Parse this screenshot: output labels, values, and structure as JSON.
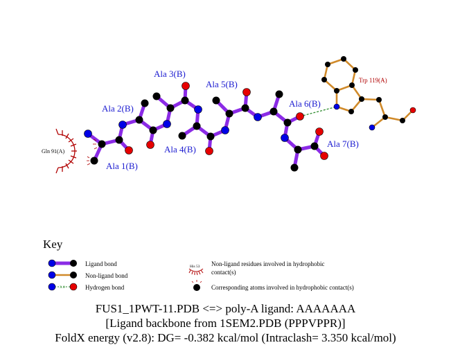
{
  "residues": {
    "ala1": "Ala 1(B)",
    "ala2": "Ala 2(B)",
    "ala3": "Ala 3(B)",
    "ala4": "Ala 4(B)",
    "ala5": "Ala 5(B)",
    "ala6": "Ala 6(B)",
    "ala7": "Ala 7(B)",
    "trp": "Trp 119(A)",
    "gln": "Gln 91(A)"
  },
  "key": {
    "title": "Key",
    "ligand_bond": "Ligand bond",
    "nonligand_bond": "Non-ligand bond",
    "hydrogen_bond": "Hydrogen bond",
    "hbond_distance": "3.0",
    "example_residue": "His 53",
    "hydrophobic_residues_1": "Non-ligand residues involved in hydrophobic",
    "hydrophobic_residues_2": "contact(s)",
    "hydrophobic_atoms": "Corresponding atoms involved in hydrophobic contact(s)"
  },
  "footer": {
    "line1": "FUS1_1PWT-11.PDB <=> poly-A ligand: AAAAAAA",
    "line2": "[Ligand backbone from 1SEM2.PDB (PPPVPPR)]",
    "line3": "FoldX energy (v2.8): DG= -0.382 kcal/mol (Intraclash= 3.350 kcal/mol)"
  },
  "colors": {
    "ligand_bond": "#8b2be6",
    "nonligand_bond": "#d08a2a",
    "nitrogen": "#0000e6",
    "oxygen": "#e60000",
    "carbon": "#000000",
    "hbond": "#2e8b2e",
    "hydrophobic": "#b00000"
  }
}
